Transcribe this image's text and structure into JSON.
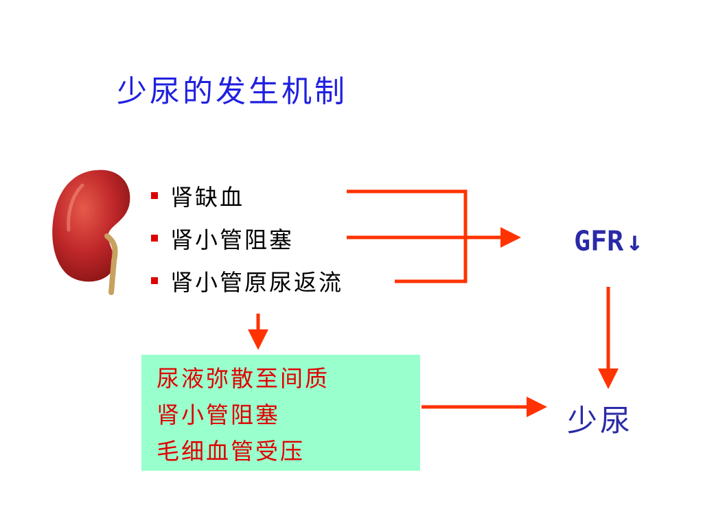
{
  "title": "少尿的发生机制",
  "causes": [
    "肾缺血",
    "肾小管阻塞",
    "肾小管原尿返流"
  ],
  "gfr": {
    "label": "GFR",
    "arrow": "↓"
  },
  "box": {
    "lines": [
      "尿液弥散至间质",
      "肾小管阻塞",
      "毛细血管受压"
    ]
  },
  "result": "少尿",
  "colors": {
    "title": "#2020e0",
    "arrow": "#ff3300",
    "box_bg": "#99ffcc",
    "box_text": "#e00000",
    "bullet": "#dd0000",
    "kidney": "#c0282a",
    "ureter": "#c8a060",
    "gfr_text": "#2a2aa8"
  },
  "icons": {
    "kidney": "kidney-icon",
    "bullet": "square-bullet-icon"
  }
}
